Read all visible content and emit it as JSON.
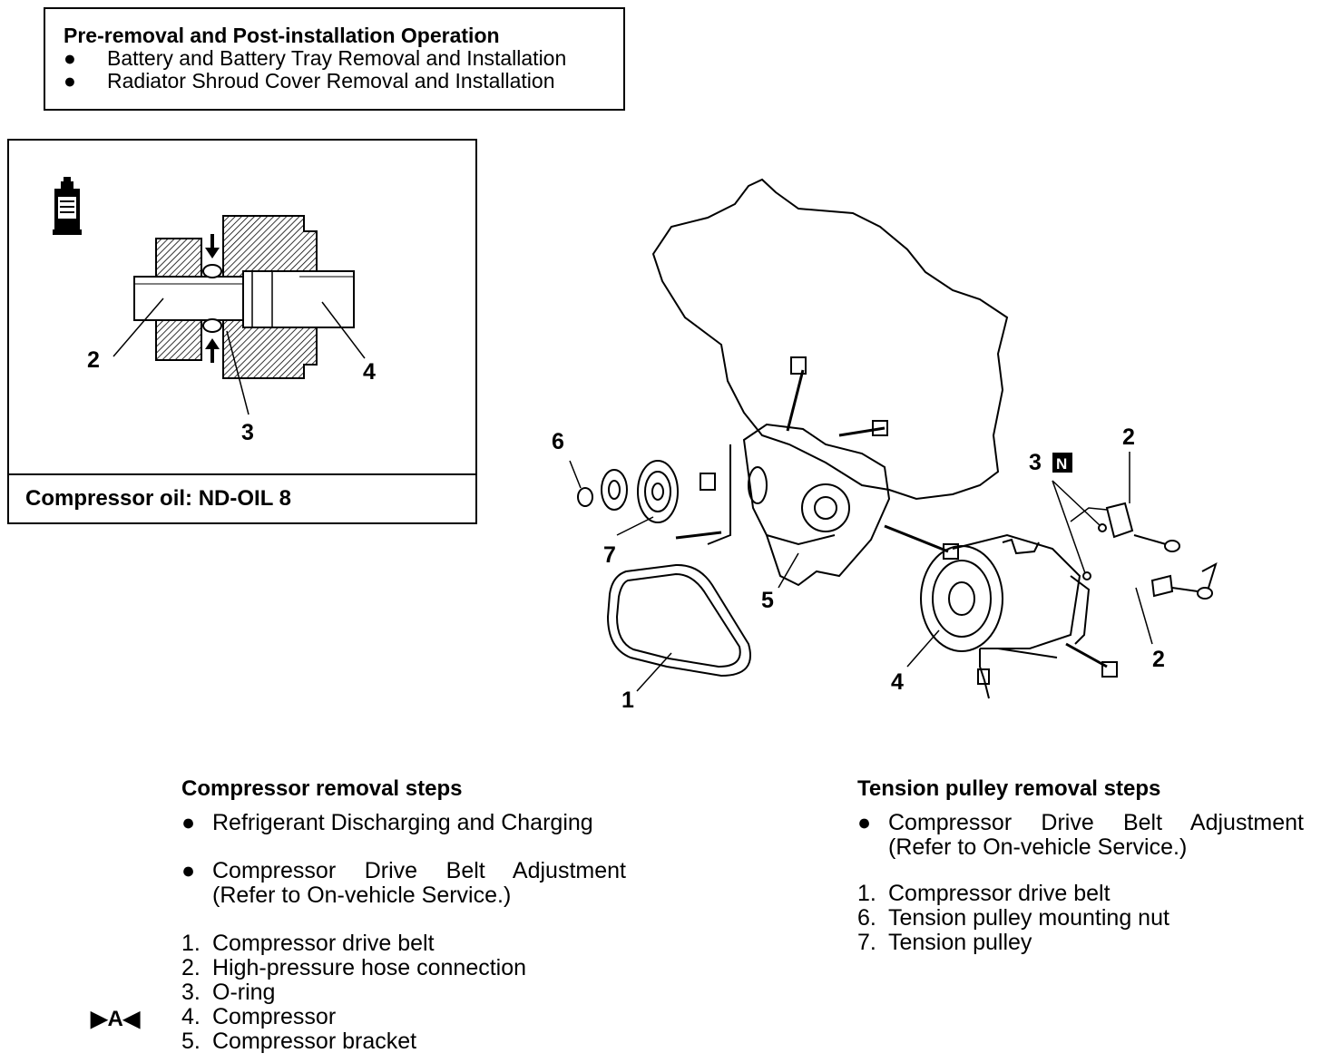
{
  "pre_removal": {
    "title": "Pre-removal and Post-installation Operation",
    "items": [
      "Battery and Battery Tray Removal and Installation",
      "Radiator Shroud Cover Removal and Installation"
    ]
  },
  "oil_box": {
    "caption": "Compressor oil: ND-OIL 8",
    "labels": {
      "l2": "2",
      "l3": "3",
      "l4": "4"
    },
    "icon": "oil-can-icon"
  },
  "diagram": {
    "labels": {
      "l1": "1",
      "l2a": "2",
      "l2b": "2",
      "l3": "3",
      "n_badge": "N",
      "l4": "4",
      "l5": "5",
      "l6": "6",
      "l7": "7"
    }
  },
  "removal_steps": {
    "title": "Compressor removal steps",
    "bullets": [
      "Refrigerant Discharging and Charging",
      "Compressor Drive Belt Adjustment",
      "(Refer to On-vehicle Service.)"
    ],
    "numbered": [
      {
        "n": "1.",
        "text": "Compressor drive belt"
      },
      {
        "n": "2.",
        "text": "High-pressure hose connection"
      },
      {
        "n": "3.",
        "text": "O-ring"
      },
      {
        "n": "4.",
        "text": "Compressor"
      },
      {
        "n": "5.",
        "text": "Compressor bracket"
      }
    ],
    "marker": "▶A◀"
  },
  "tension_steps": {
    "title": "Tension pulley removal steps",
    "bullets": [
      "Compressor Drive Belt Adjustment",
      "(Refer to On-vehicle Service.)"
    ],
    "numbered": [
      {
        "n": "1.",
        "text": "Compressor drive belt"
      },
      {
        "n": "6.",
        "text": "Tension pulley mounting nut"
      },
      {
        "n": "7.",
        "text": "Tension pulley"
      }
    ]
  }
}
